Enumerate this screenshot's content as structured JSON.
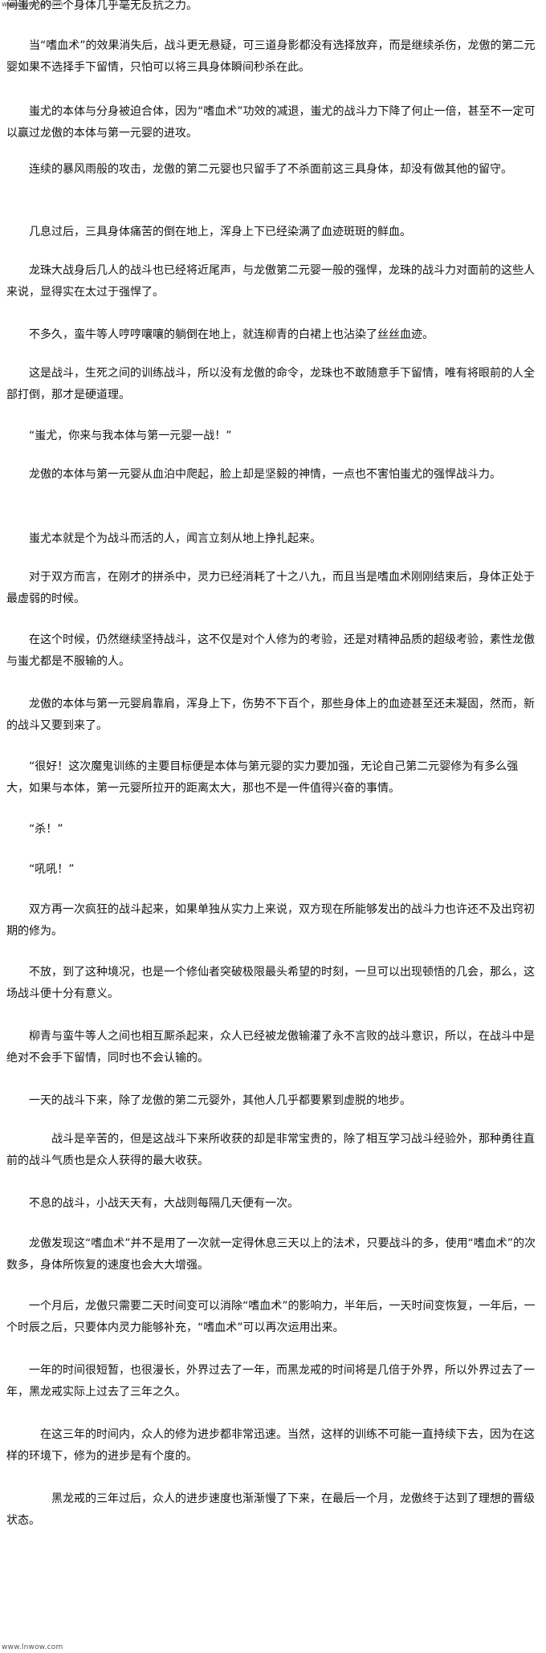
{
  "watermark": {
    "top": "www.lnwow.com",
    "bottom": "www.lnwow.com"
  },
  "paragraphs": [
    "间蚩尤的三个身体几乎毫无反抗之力。",
    "当“嗜血术”的效果消失后，战斗更无悬疑，可三道身影都没有选择放弃，而是继续杀伤，龙傲的第二元婴如果不选择手下留情，只怕可以将三具身体瞬间秒杀在此。",
    "蚩尤的本体与分身被迫合体，因为“嗜血术”功效的减退，蚩尤的战斗力下降了何止一倍，甚至不一定可以赢过龙傲的本体与第一元婴的进攻。",
    "连续的暴风雨般的攻击，龙傲的第二元婴也只留手了不杀面前这三具身体，却没有做其他的留守。",
    "几息过后，三具身体痛苦的倒在地上，浑身上下已经染满了血迹斑斑的鲜血。",
    "龙珠大战身后几人的战斗也已经将近尾声，与龙傲第二元婴一般的强悍，龙珠的战斗力对面前的这些人来说，显得实在太过于强悍了。",
    "不多久，蛮牛等人哼哼嚷嚷的躺倒在地上，就连柳青的白裙上也沾染了丝丝血迹。",
    "这是战斗，生死之间的训练战斗，所以没有龙傲的命令，龙珠也不敢随意手下留情，唯有将眼前的人全部打倒，那才是硬道理。",
    "“蚩尤，你来与我本体与第一元婴一战！”",
    "龙傲的本体与第一元婴从血泊中爬起，脸上却是坚毅的神情，一点也不害怕蚩尤的强悍战斗力。",
    "蚩尤本就是个为战斗而活的人，闻言立刻从地上挣扎起来。",
    "对于双方而言，在刚才的拼杀中，灵力已经消耗了十之八九，而且当是嗜血术刚刚结束后，身体正处于最虚弱的时候。",
    "在这个时候，仍然继续坚持战斗，这不仅是对个人修为的考验，还是对精神品质的超级考验，素性龙傲与蚩尤都是不服输的人。",
    "龙傲的本体与第一元婴肩靠肩，浑身上下，伤势不下百个，那些身体上的血迹甚至还未凝固，然而，新的战斗又要到来了。",
    "“很好！这次魔鬼训练的主要目标便是本体与第元婴的实力要加强，无论自己第二元婴修为有多么强大，如果与本体，第一元婴所拉开的距离太大，那也不是一件值得兴奋的事情。",
    "“杀！”",
    "“吼吼！”",
    "双方再一次疯狂的战斗起来，如果单独从实力上来说，双方现在所能够发出的战斗力也许还不及出窍初期的修为。",
    "不放，到了这种境况，也是一个修仙者突破极限最头希望的时刻，一旦可以出现顿悟的几会，那么，这场战斗便十分有意义。",
    "柳青与蛮牛等人之间也相互厮杀起来，众人已经被龙傲输灌了永不言败的战斗意识，所以，在战斗中是绝对不会手下留情，同时也不会认输的。",
    "一天的战斗下来，除了龙傲的第二元婴外，其他人几乎都要累到虚脱的地步。",
    "战斗是辛苦的，但是这战斗下来所收获的却是非常宝贵的，除了相互学习战斗经验外，那种勇往直前的战斗气质也是众人获得的最大收获。",
    "不息的战斗，小战天天有，大战则每隔几天便有一次。",
    "龙傲发现这“嗜血术”并不是用了一次就一定得休息三天以上的法术，只要战斗的多，使用“嗜血术”的次数多，身体所恢复的速度也会大大增强。",
    "一个月后，龙傲只需要二天时间变可以消除“嗜血术”的影响力，半年后，一天时间变恢复，一年后，一个时辰之后，只要体内灵力能够补充，“嗜血术”可以再次运用出来。",
    "一年的时间很短暂，也很漫长，外界过去了一年，而黑龙戒的时间将是几倍于外界，所以外界过去了一年，黑龙戒实际上过去了三年之久。",
    "在这三年的时间内，众人的修为进步都非常迅速。当然，这样的训练不可能一直持续下去，因为在这样的环境下，修为的进步是有个度的。",
    "黑龙戒的三年过后，众人的进步速度也渐渐慢了下来，在最后一个月，龙傲终于达到了理想的晋级状态。"
  ]
}
